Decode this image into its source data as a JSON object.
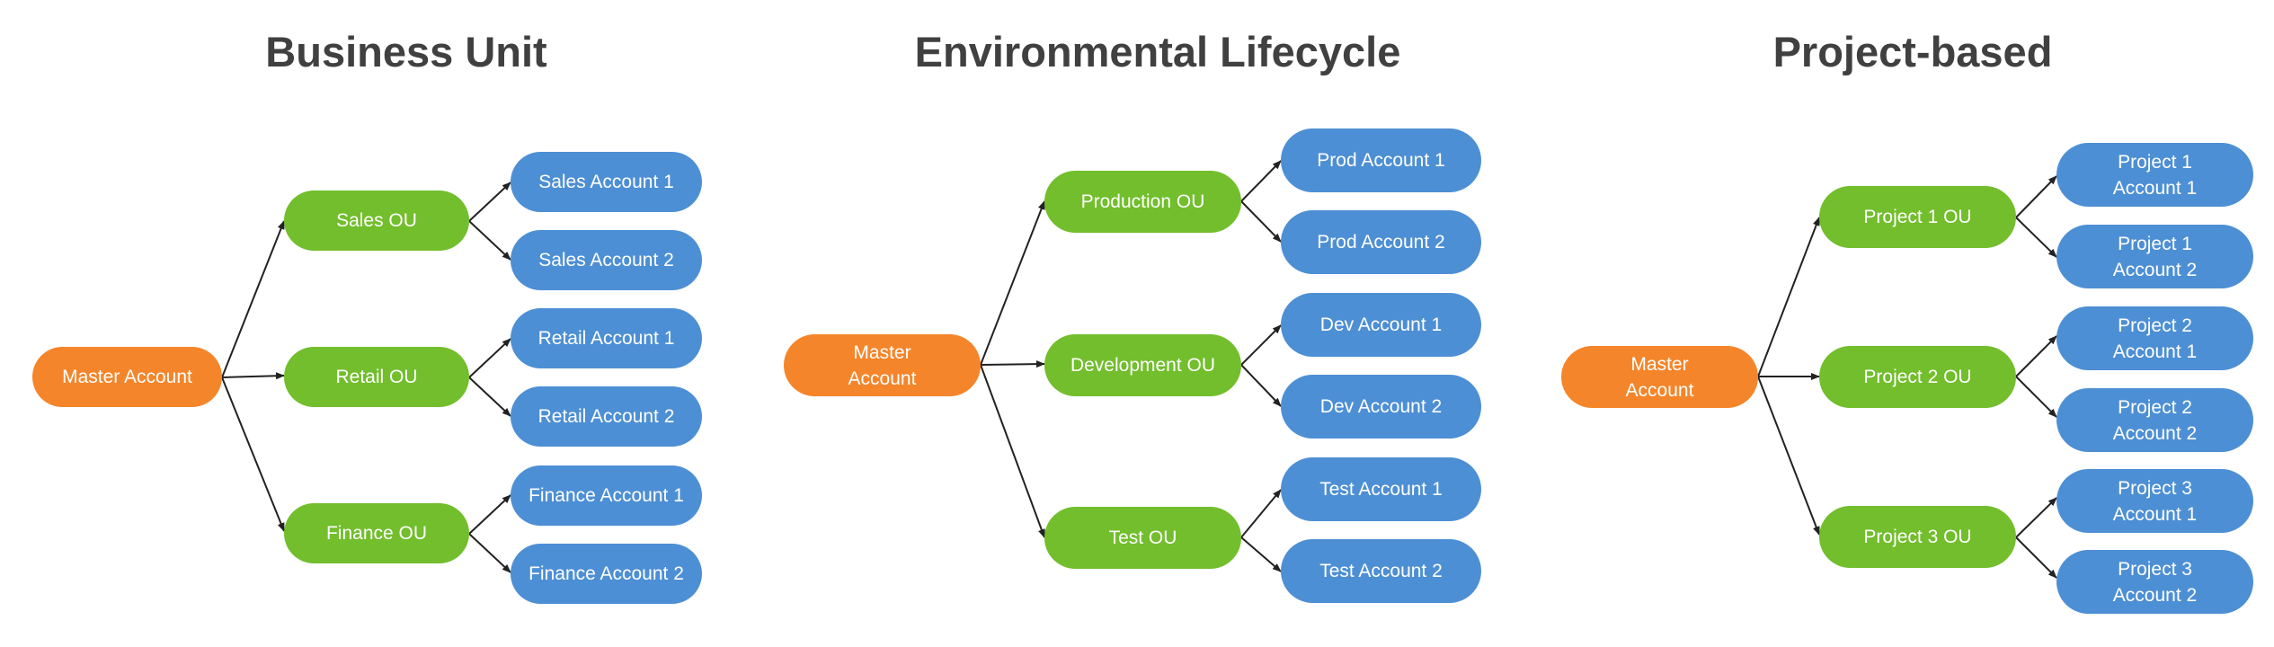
{
  "colors": {
    "master": "#F5852A",
    "ou": "#72BE2C",
    "account": "#4D8FD4",
    "title": "#404040",
    "connector": "#222222"
  },
  "diagrams": [
    {
      "title": "Business Unit",
      "master": "Master Account",
      "ous": [
        {
          "label": "Sales OU",
          "accounts": [
            "Sales Account 1",
            "Sales Account 2"
          ]
        },
        {
          "label": "Retail OU",
          "accounts": [
            "Retail Account 1",
            "Retail Account 2"
          ]
        },
        {
          "label": "Finance OU",
          "accounts": [
            "Finance Account 1",
            "Finance Account 2"
          ]
        }
      ]
    },
    {
      "title": "Environmental Lifecycle",
      "master": "Master Account",
      "ous": [
        {
          "label": "Production OU",
          "accounts": [
            "Prod Account 1",
            "Prod Account 2"
          ]
        },
        {
          "label": "Development OU",
          "accounts": [
            "Dev Account 1",
            "Dev Account 2"
          ]
        },
        {
          "label": "Test OU",
          "accounts": [
            "Test Account 1",
            "Test Account 2"
          ]
        }
      ]
    },
    {
      "title": "Project-based",
      "master": "Master Account",
      "ous": [
        {
          "label": "Project 1 OU",
          "accounts": [
            "Project 1 Account 1",
            "Project 1 Account 2"
          ]
        },
        {
          "label": "Project 2 OU",
          "accounts": [
            "Project 2 Account 1",
            "Project 2 Account 2"
          ]
        },
        {
          "label": "Project 3 OU",
          "accounts": [
            "Project 3 Account 1",
            "Project 3 Account 2"
          ]
        }
      ]
    }
  ]
}
